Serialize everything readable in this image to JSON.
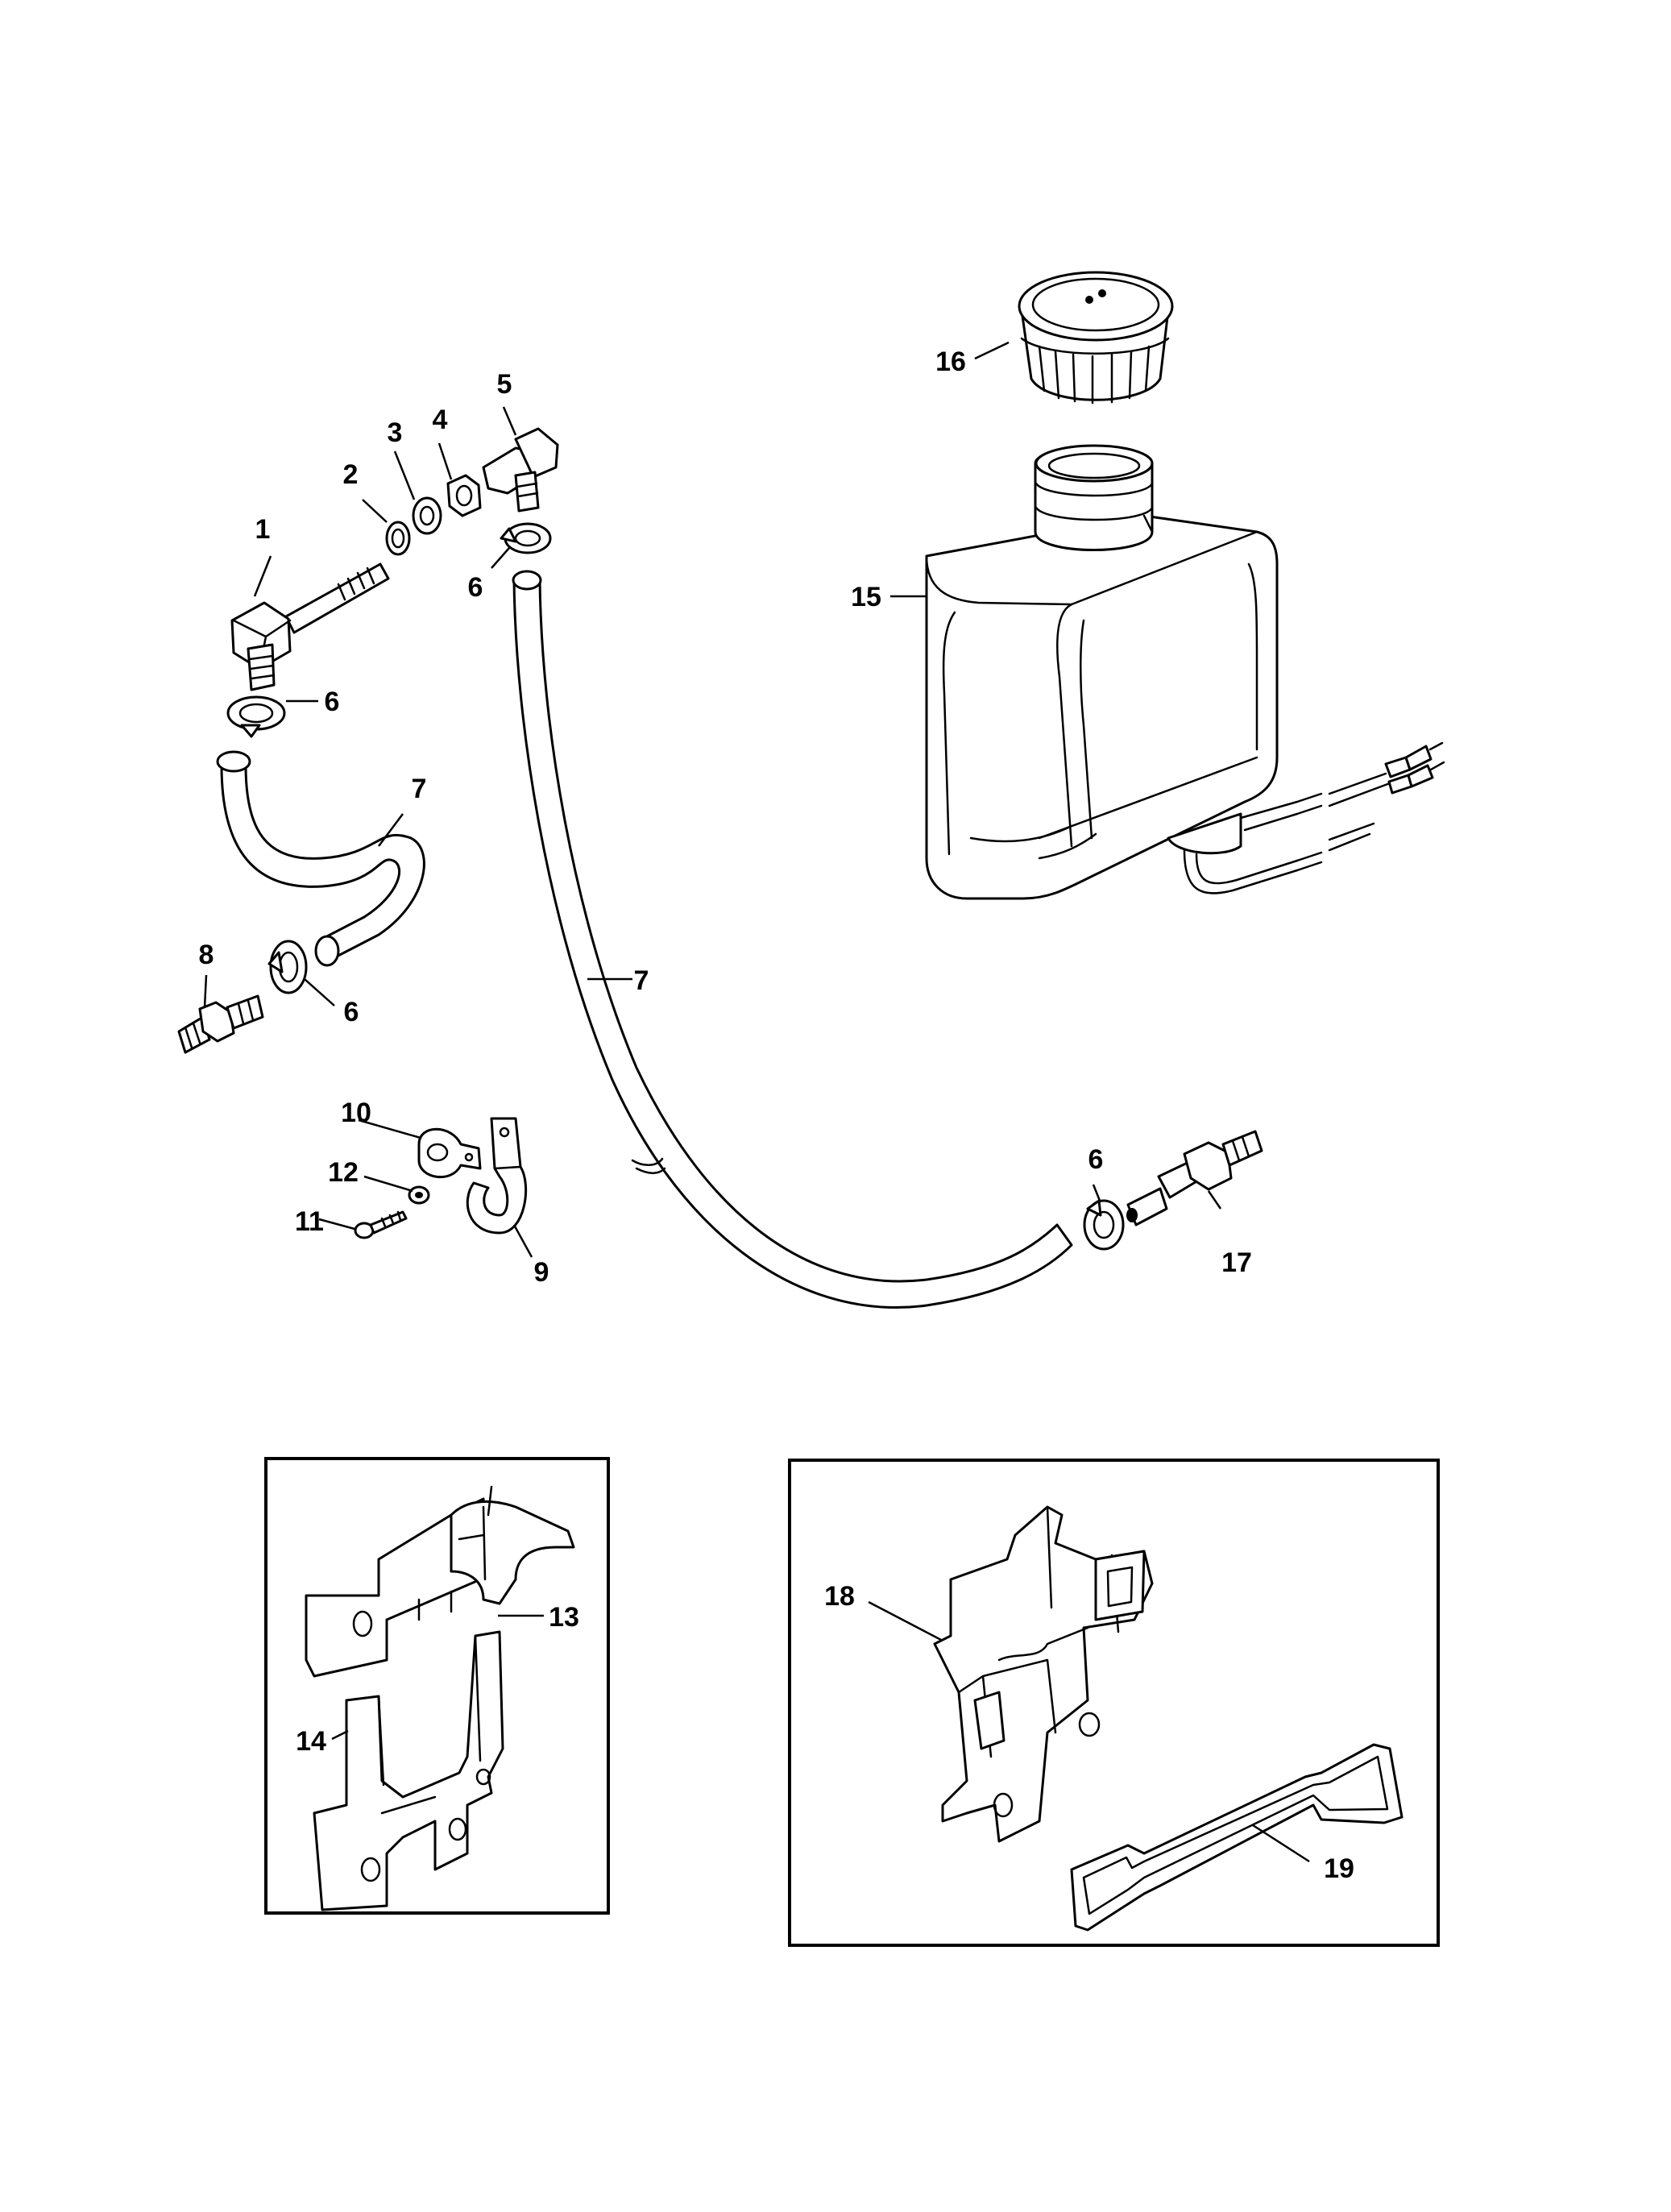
{
  "callouts": [
    "1",
    "2",
    "3",
    "4",
    "5",
    "6",
    "6",
    "6",
    "6",
    "7",
    "7",
    "8",
    "9",
    "10",
    "11",
    "12",
    "13",
    "14",
    "15",
    "16",
    "17",
    "18",
    "19"
  ]
}
